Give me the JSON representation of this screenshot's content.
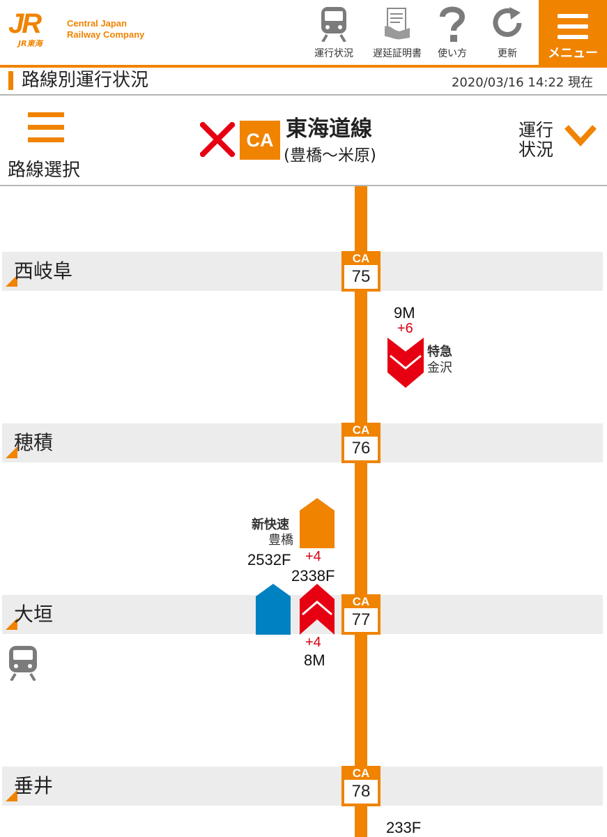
{
  "header": {
    "logo_mark": "JR",
    "logo_sub": "JR東海",
    "company_line1": "Central Japan",
    "company_line2": "Railway Company",
    "nav": [
      {
        "label": "運行状況",
        "icon": "train-icon"
      },
      {
        "label": "遅延証明書",
        "icon": "certificate-icon"
      },
      {
        "label": "使い方",
        "icon": "help-icon"
      },
      {
        "label": "更新",
        "icon": "refresh-icon"
      }
    ],
    "menu_label": "メニュー"
  },
  "title_bar": {
    "title": "路線別運行状況",
    "timestamp": "2020/03/16 14:22 現在"
  },
  "line": {
    "select_label": "路線選択",
    "code": "CA",
    "name": "東海道線",
    "range": "(豊橋〜米原)",
    "status_toggle": "運行状況",
    "suspended_icon": "cross-icon"
  },
  "colors": {
    "accent": "#f08300",
    "delay": "#d7000f",
    "limited_express": "#e60012",
    "rapid": "#f08300",
    "local": "#0081c2"
  },
  "stations": [
    {
      "name": "西岐阜",
      "code": "CA",
      "number": "75"
    },
    {
      "name": "穂積",
      "code": "CA",
      "number": "76"
    },
    {
      "name": "大垣",
      "code": "CA",
      "number": "77"
    },
    {
      "name": "垂井",
      "code": "CA",
      "number": "78"
    }
  ],
  "trains": {
    "t9m": {
      "number": "9M",
      "delay": "+6",
      "type": "特急",
      "destination": "金沢"
    },
    "t2532f": {
      "number": "2532F",
      "delay": "+4",
      "type": "新快速",
      "destination": "豊橋"
    },
    "t2338f": {
      "number": "2338F"
    },
    "t8m": {
      "number": "8M",
      "delay": "+4"
    },
    "t233f": {
      "number": "233F"
    }
  },
  "depot_icon": "train-icon"
}
